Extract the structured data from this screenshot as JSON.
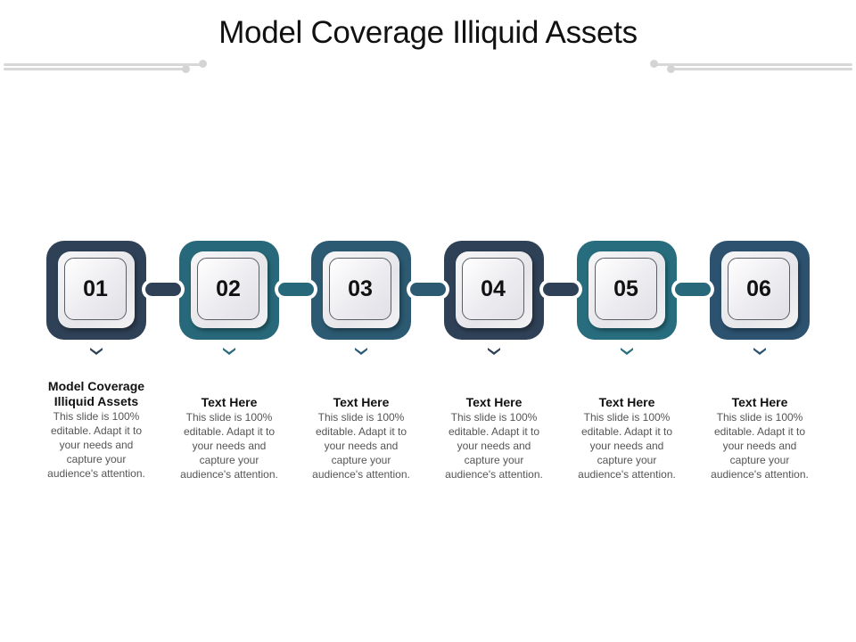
{
  "title": "Model Coverage Illiquid Assets",
  "colors": {
    "dark": "#2f4157",
    "teal": "#27697a",
    "blue_slate": "#2c5a72",
    "decor_gray": "#d8d8d8"
  },
  "steps": [
    {
      "number": "01",
      "color": "#2f4157",
      "heading": "Model Coverage Illiquid Assets",
      "body": "This slide is 100% editable. Adapt it to your needs and capture your audience's attention."
    },
    {
      "number": "02",
      "color": "#27697a",
      "heading": "Text Here",
      "body": "This slide is 100% editable. Adapt it to your needs and capture your audience's attention."
    },
    {
      "number": "03",
      "color": "#2c5a72",
      "heading": "Text Here",
      "body": "This slide is 100% editable. Adapt it to your needs and capture your audience's attention."
    },
    {
      "number": "04",
      "color": "#2f4157",
      "heading": "Text Here",
      "body": "This slide is 100% editable. Adapt it to your needs and capture your audience's attention."
    },
    {
      "number": "05",
      "color": "#276d7e",
      "heading": "Text Here",
      "body": "This slide is 100% editable. Adapt it to your needs and capture your audience's attention."
    },
    {
      "number": "06",
      "color": "#2c5270",
      "heading": "Text Here",
      "body": "This slide is 100% editable. Adapt it to your needs and capture your audience's attention."
    }
  ],
  "connectors": [
    {
      "color": "#2f4157"
    },
    {
      "color": "#27697a"
    },
    {
      "color": "#2c5a72"
    },
    {
      "color": "#2f4157"
    },
    {
      "color": "#27697a"
    }
  ]
}
